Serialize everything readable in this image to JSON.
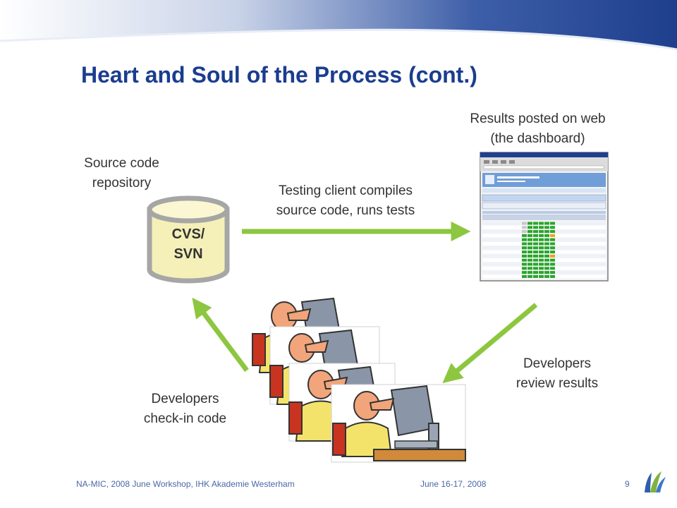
{
  "slide": {
    "title": "Heart and Soul of the Process (cont.)",
    "page_number": "9"
  },
  "repository": {
    "caption_line1": "Source code",
    "caption_line2": "repository",
    "label_line1": "CVS/",
    "label_line2": "SVN"
  },
  "compile": {
    "line1": "Testing client compiles",
    "line2": "source code, runs tests"
  },
  "results": {
    "line1": "Results posted on web",
    "line2": "(the dashboard)"
  },
  "review": {
    "line1": "Developers",
    "line2": "review results"
  },
  "checkin": {
    "line1": "Developers",
    "line2": "check-in code"
  },
  "footer": {
    "left": "NA-MIC, 2008 June Workshop, IHK Akademie Westerham",
    "center": "June 16-17, 2008"
  },
  "colors": {
    "title": "#1b3d8f",
    "arrow": "#8dc63f",
    "cylinder_fill": "#f5f0b8",
    "cylinder_border": "#a6a6a6",
    "footer_text": "#4a67a8"
  },
  "icons": [
    "database-cylinder-icon",
    "dashboard-screenshot",
    "developer-cartoon-icon",
    "logo-icon"
  ]
}
